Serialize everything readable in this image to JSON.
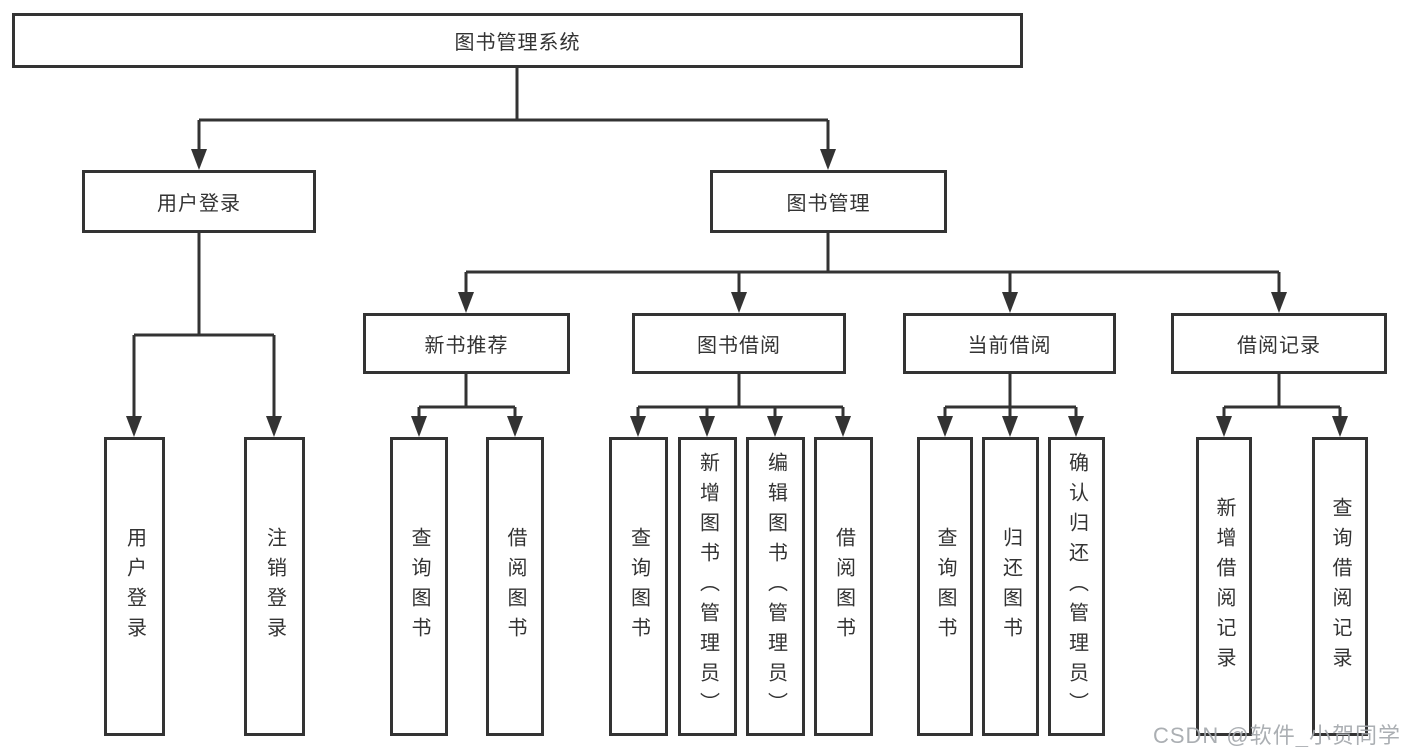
{
  "diagram": {
    "root": {
      "label": "图书管理系统"
    },
    "level2": [
      {
        "id": "user-login",
        "label": "用户登录"
      },
      {
        "id": "book-management",
        "label": "图书管理"
      }
    ],
    "level3": [
      {
        "id": "new-book-recommend",
        "label": "新书推荐"
      },
      {
        "id": "book-borrow",
        "label": "图书借阅"
      },
      {
        "id": "current-borrow",
        "label": "当前借阅"
      },
      {
        "id": "borrow-record",
        "label": "借阅记录"
      }
    ],
    "leaves": [
      {
        "parent": "user-login",
        "label": "用户登录"
      },
      {
        "parent": "user-login",
        "label": "注销登录"
      },
      {
        "parent": "new-book-recommend",
        "label": "查询图书"
      },
      {
        "parent": "new-book-recommend",
        "label": "借阅图书"
      },
      {
        "parent": "book-borrow",
        "label": "查询图书"
      },
      {
        "parent": "book-borrow",
        "label": "新增图书（管理员）"
      },
      {
        "parent": "book-borrow",
        "label": "编辑图书（管理员）"
      },
      {
        "parent": "book-borrow",
        "label": "借阅图书"
      },
      {
        "parent": "current-borrow",
        "label": "查询图书"
      },
      {
        "parent": "current-borrow",
        "label": "归还图书"
      },
      {
        "parent": "current-borrow",
        "label": "确认归还（管理员）"
      },
      {
        "parent": "borrow-record",
        "label": "新增借阅记录"
      },
      {
        "parent": "borrow-record",
        "label": "查询借阅记录"
      }
    ]
  },
  "watermark": {
    "text": "CSDN @软件_小贺同学"
  },
  "colors": {
    "line": "#333333",
    "background": "#ffffff",
    "watermark": "#a4a8ad"
  }
}
